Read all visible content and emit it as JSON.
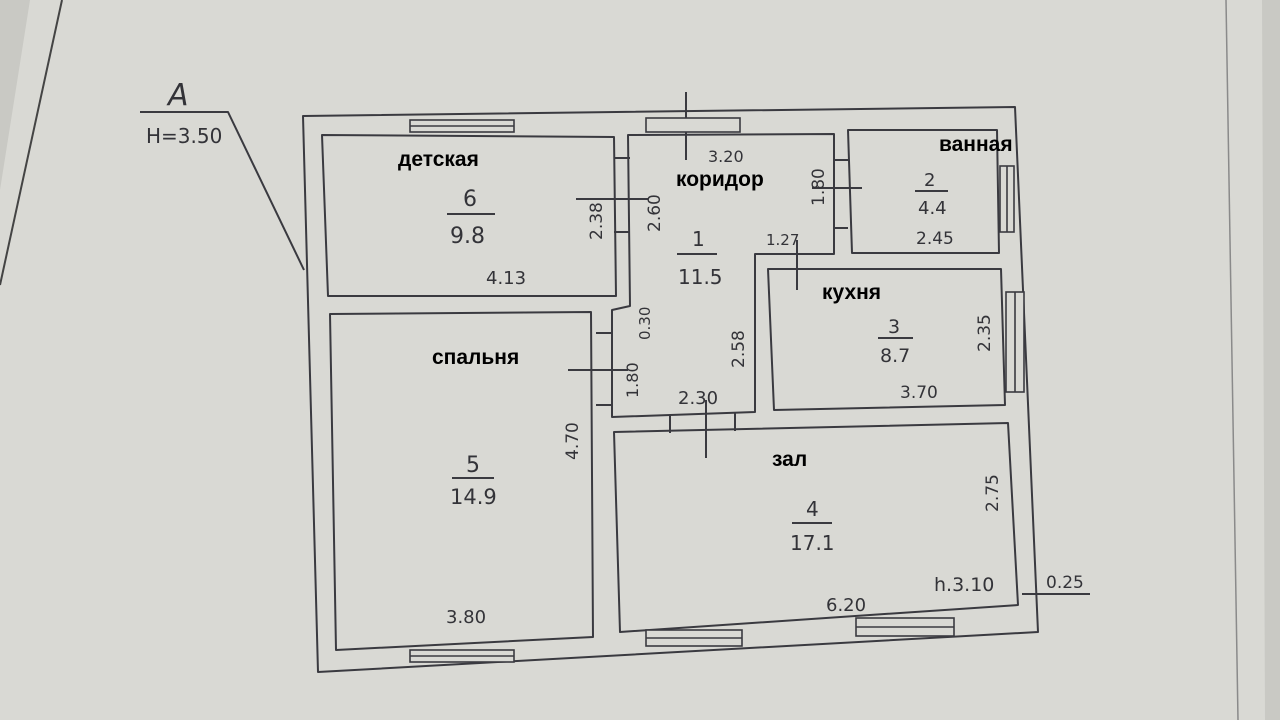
{
  "paper": {
    "background": "#d9d9d4",
    "ink": "#3a3a40",
    "label_color": "#000000"
  },
  "plan_header": {
    "letter": "А",
    "height_note": "Н=3.50"
  },
  "corner_thickness": "0.25",
  "rooms": [
    {
      "id": "corridor",
      "number": "1",
      "area": "11.5",
      "name": "коридор",
      "dims": [
        "3.20",
        "2.60",
        "2.58",
        "2.30",
        "1.80",
        "0.30",
        "1.27"
      ]
    },
    {
      "id": "bathroom",
      "number": "2",
      "area": "4.4",
      "name": "ванная",
      "dims": [
        "1.80",
        "2.45"
      ]
    },
    {
      "id": "kitchen",
      "number": "3",
      "area": "8.7",
      "name": "кухня",
      "dims": [
        "2.35",
        "3.70"
      ]
    },
    {
      "id": "hall",
      "number": "4",
      "area": "17.1",
      "name": "зал",
      "dims": [
        "2.75",
        "6.20"
      ],
      "note": "h.3.10"
    },
    {
      "id": "bedroom",
      "number": "5",
      "area": "14.9",
      "name": "спальня",
      "dims": [
        "4.70",
        "3.80"
      ]
    },
    {
      "id": "nursery",
      "number": "6",
      "area": "9.8",
      "name": "детская",
      "dims": [
        "2.38",
        "4.13"
      ]
    }
  ]
}
